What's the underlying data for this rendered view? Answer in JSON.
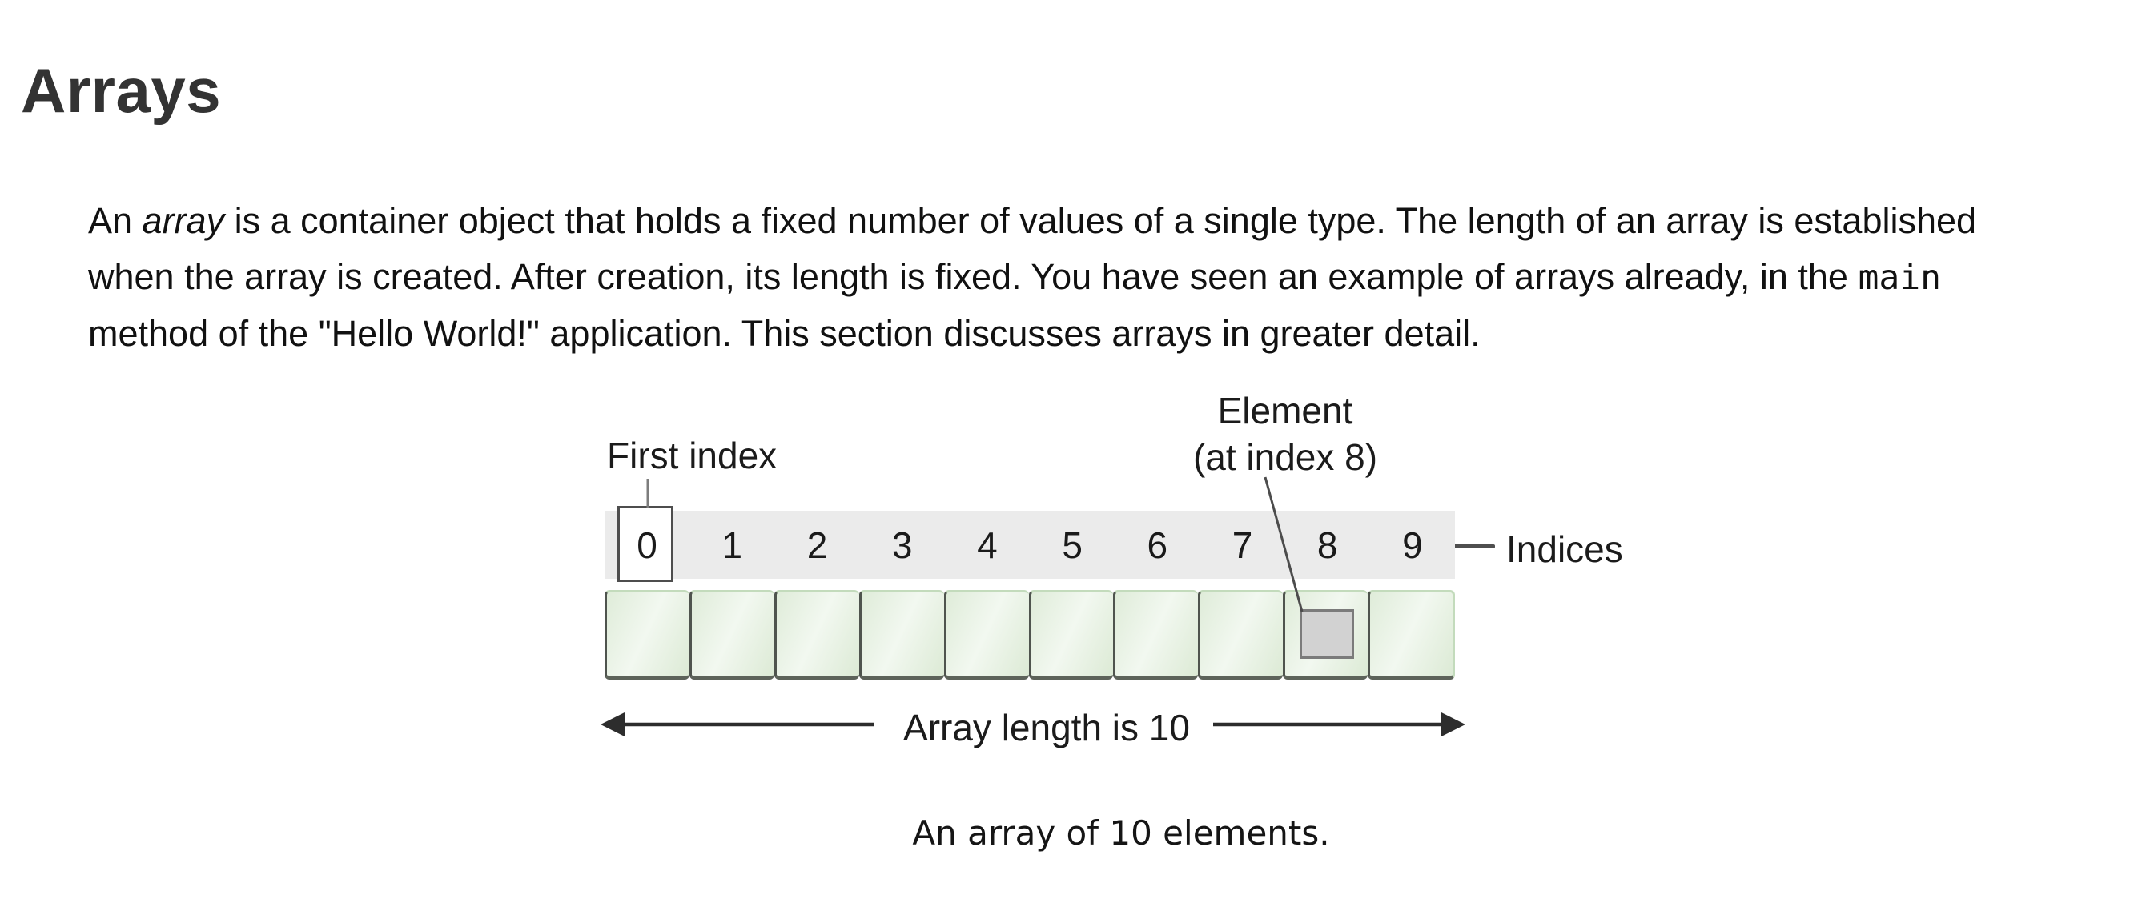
{
  "page": {
    "title": "Arrays"
  },
  "paragraph": {
    "seg_intro": "An ",
    "seg_italic": "array",
    "seg_middle": " is a container object that holds a fixed number of values of a single type. The length of an array is established when the array is created. After creation, its length is fixed. You have seen an example of arrays already, in the ",
    "seg_code": "main",
    "seg_end": " method of the \"Hello World!\" application. This section discusses arrays in greater detail."
  },
  "figure": {
    "element_label_line1": "Element",
    "element_label_line2": "(at index 8)",
    "first_index_label": "First index",
    "indices_label": "Indices",
    "length_label": "Array length is 10",
    "caption": "An array of 10 elements.",
    "indices": [
      "0",
      "1",
      "2",
      "3",
      "4",
      "5",
      "6",
      "7",
      "8",
      "9"
    ],
    "array_length": 10,
    "highlighted_index": 8,
    "colors": {
      "indices_bar_gray": "#ebebeb",
      "cell_green_light": "#f2f8f0",
      "cell_green_dark": "#dcead5",
      "cell_border_dark": "#4f544e",
      "element_box_gray": "#d2d2d2",
      "heading_gray": "#333333"
    }
  }
}
